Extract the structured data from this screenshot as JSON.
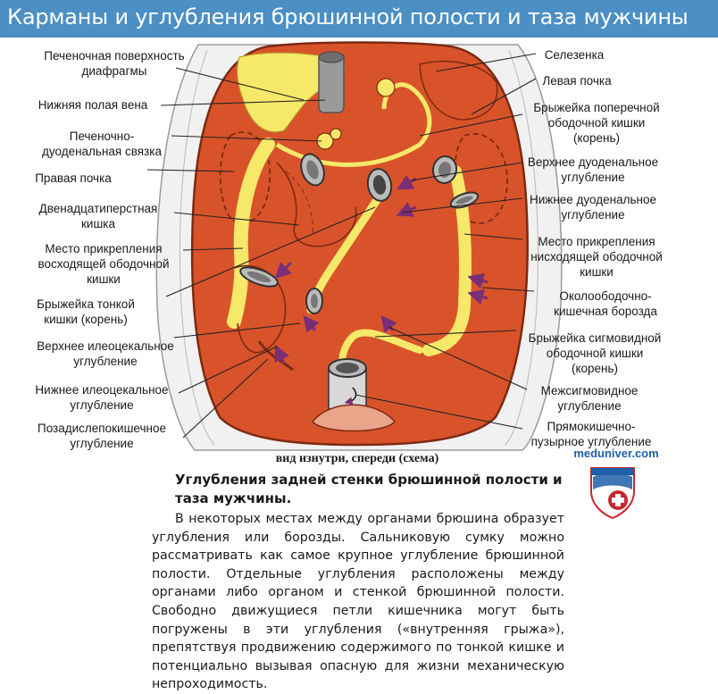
{
  "title": "Карманы и углубления брюшинной полости и таза мужчины",
  "labels_left": [
    [
      "Печеночная поверхность",
      "диафрагмы"
    ],
    [
      "Нижняя полая вена"
    ],
    [
      "Печеночно-",
      "дуоденальная связка"
    ],
    [
      "Правая почка"
    ],
    [
      "Двенадцатиперстная",
      "кишка"
    ],
    [
      "Место прикрепления",
      "восходящей ободочной",
      "кишки"
    ],
    [
      "Брыжейка тонкой",
      "кишки (корень)"
    ],
    [
      "Верхнее илеоцекальное",
      "углубление"
    ],
    [
      "Нижнее илеоцекальное",
      "углубление"
    ],
    [
      "Позадислепокишечное",
      "углубление"
    ]
  ],
  "labels_right": [
    [
      "Селезенка"
    ],
    [
      "Левая почка"
    ],
    [
      "Брыжейка поперечной",
      "ободочной кишки",
      "(корень)"
    ],
    [
      "Верхнее дуоденальное",
      "углубление"
    ],
    [
      "Нижнее дуоденальное",
      "углубление"
    ],
    [
      "Место прикрепления",
      "нисходящей ободочной",
      "кишки"
    ],
    [
      "Околоободочно-",
      "кишечная борозда"
    ],
    [
      "Брыжейка сигмовидной",
      "ободочной кишки",
      "(корень)"
    ],
    [
      "Межсигмовидное",
      "углубление"
    ],
    [
      "Прямокишечно-",
      "пузырное углубление"
    ]
  ],
  "subtitle": "вид изнутри, спереди (схема)",
  "site": "meduniver.com",
  "heading": "Углубления задней стенки брюшинной полости и таза мужчины.",
  "body": "В некоторых местах между органами брюшина образует углубления или борозды. Сальниковую сумку можно рассматривать как самое крупное углубление брюшинной полости. Отдельные углубления расположены между органами либо органом и стенкой брюшинной полости. Свободно движущиеся петли кишечника могут быть погружены в эти углубления («внутренняя грыжа»), препятствуя продвижению содержимого по тонкой кишке и потенциально вызывая опасную для жизни механическую непроходимость.",
  "colors": {
    "title_bar": "#4b8fc4",
    "cavity": "#d9532a",
    "peritoneum_fat": "#f6e96a",
    "wall": "#f1f1f1",
    "recess_arrows": "#7a2e78",
    "site_text": "#1f5fa8"
  }
}
